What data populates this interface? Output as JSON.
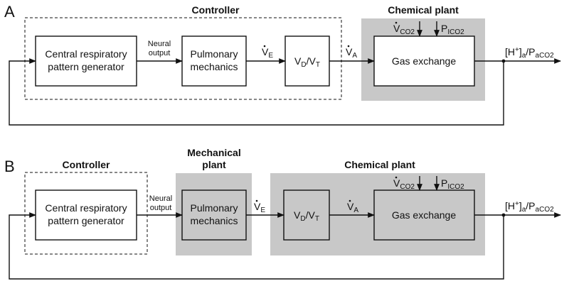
{
  "panel_a": {
    "label": "A",
    "controller_title": "Controller",
    "plant_title": "Chemical plant",
    "blocks": {
      "cpg_line1": "Central respiratory",
      "cpg_line2": "pattern generator",
      "pm_line1": "Pulmonary",
      "pm_line2": "mechanics",
      "vd_main1": "V",
      "vd_sub1": "D",
      "vd_slash": "/V",
      "vd_sub2": "T",
      "gas": "Gas exchange"
    },
    "signals": {
      "neural_line1": "Neural",
      "neural_line2": "output",
      "ve_main": "V",
      "ve_sub": "E",
      "va_main": "V",
      "va_sub": "A",
      "vco2_main": "V",
      "vco2_sub": "CO2",
      "pico2_main": "P",
      "pico2_sub": "ICO2",
      "out_h": "[H",
      "out_plus": "+",
      "out_mid": "]",
      "out_a": "a",
      "out_p": "/P",
      "out_sub": "aCO2"
    }
  },
  "panel_b": {
    "label": "B",
    "controller_title": "Controller",
    "mech_title_line1": "Mechanical",
    "mech_title_line2": "plant",
    "plant_title": "Chemical plant",
    "blocks": {
      "cpg_line1": "Central respiratory",
      "cpg_line2": "pattern generator",
      "pm_line1": "Pulmonary",
      "pm_line2": "mechanics",
      "vd_main1": "V",
      "vd_sub1": "D",
      "vd_slash": "/V",
      "vd_sub2": "T",
      "gas": "Gas exchange"
    },
    "signals": {
      "neural_line1": "Neural",
      "neural_line2": "output",
      "ve_main": "V",
      "ve_sub": "E",
      "va_main": "V",
      "va_sub": "A",
      "vco2_main": "V",
      "vco2_sub": "CO2",
      "pico2_main": "P",
      "pico2_sub": "ICO2",
      "out_h": "[H",
      "out_plus": "+",
      "out_mid": "]",
      "out_a": "a",
      "out_p": "/P",
      "out_sub": "aCO2"
    }
  }
}
